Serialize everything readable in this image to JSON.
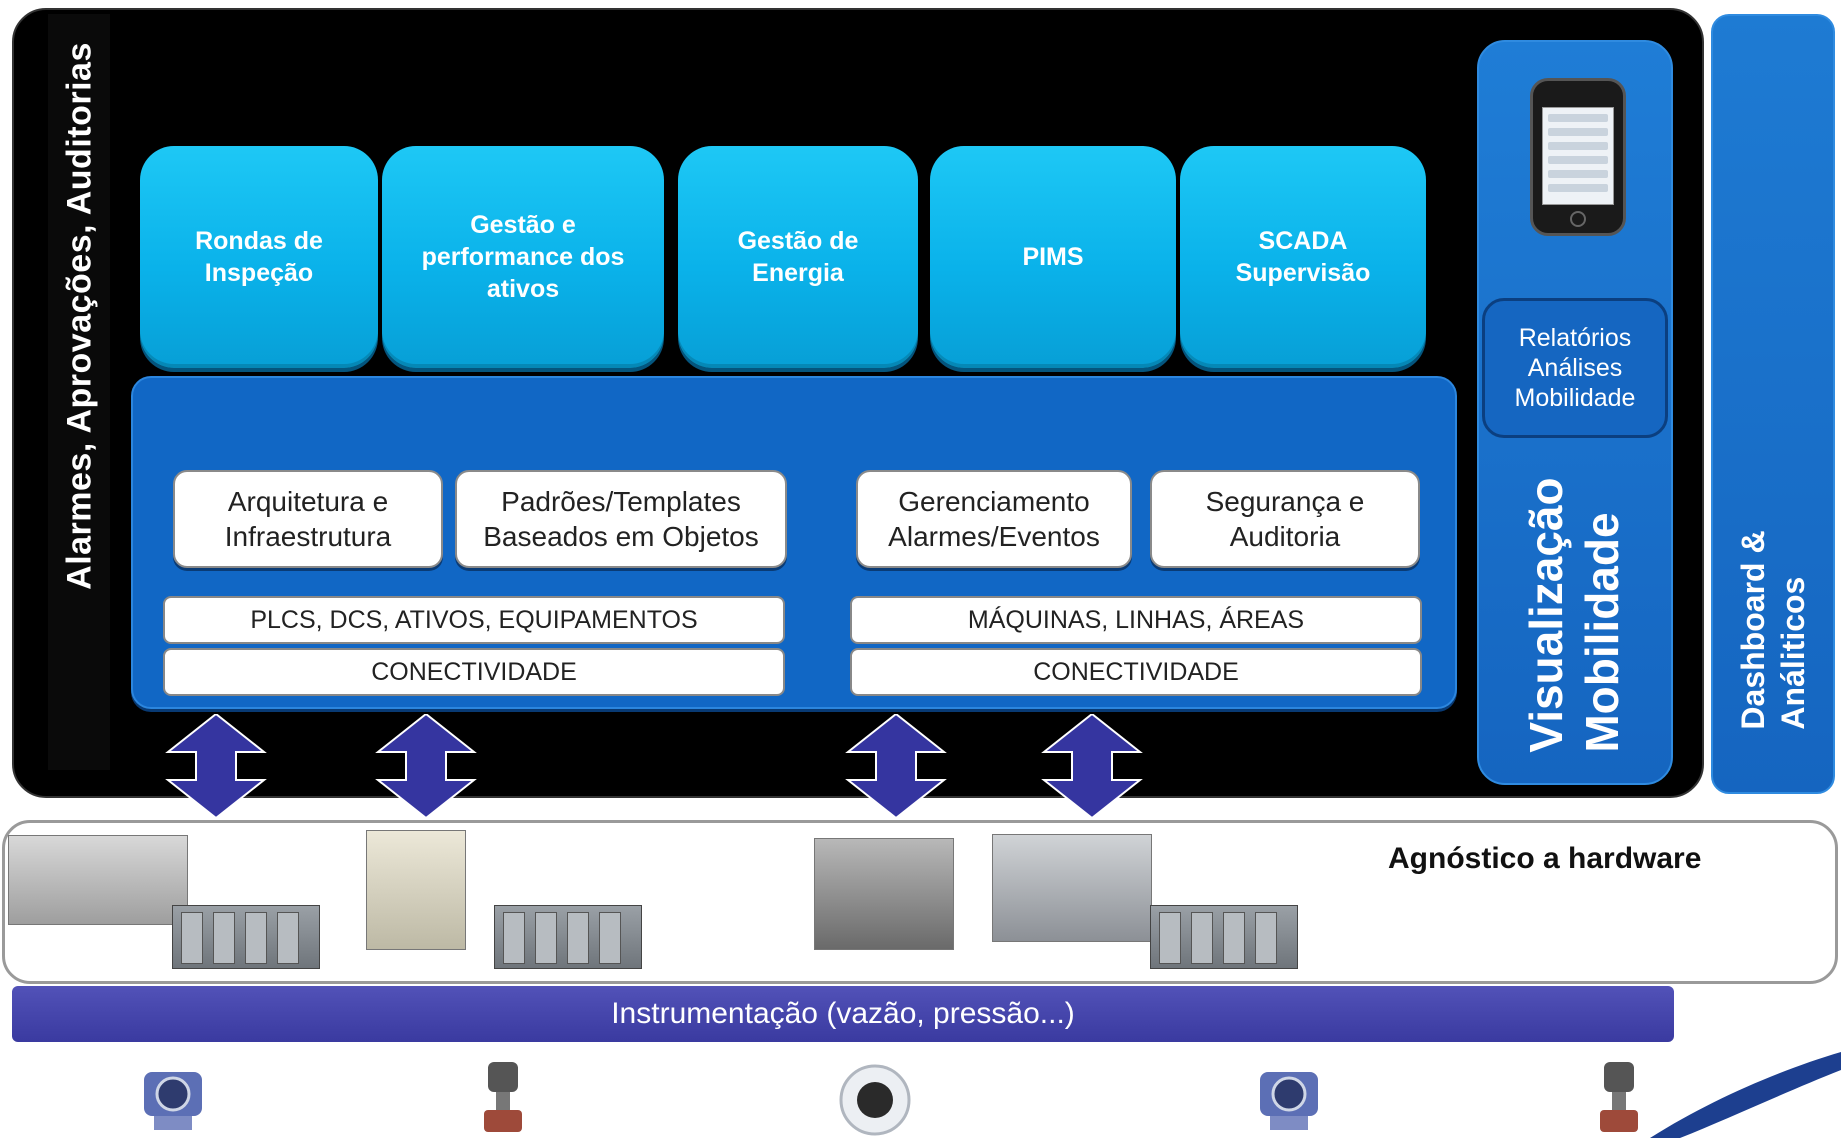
{
  "left_label": "Alarmes, Aprovações, Auditorias",
  "modules": [
    "Rondas de\nInspeção",
    "Gestão e\nperformance dos\nativos",
    "Gestão de\nEnergia",
    "PIMS",
    "SCADA\nSupervisão"
  ],
  "capabilities": [
    "Arquitetura e\nInfraestrutura",
    "Padrões/Templates\nBaseados em Objetos",
    "Gerenciamento\nAlarmes/Eventos",
    "Segurança e\nAuditoria"
  ],
  "bars": {
    "left_top": "PLCS, DCS, ATIVOS, EQUIPAMENTOS",
    "left_bottom": "CONECTIVIDADE",
    "right_top": "MÁQUINAS, LINHAS, ÁREAS",
    "right_bottom": "CONECTIVIDADE"
  },
  "visualization": {
    "box_lines": [
      "Relatórios",
      "Análises",
      "Mobilidade"
    ],
    "label_line1": "Visualização",
    "label_line2": "Mobilidade"
  },
  "dashboard": {
    "line1": "Dashboard &",
    "line2": "Análiticos"
  },
  "hardware_label": "Agnóstico a hardware",
  "instrumentation_label": "Instrumentação (vazão, pressão...)",
  "colors": {
    "module_cyan": "#0ab2ea",
    "platform_blue": "#1167c5",
    "arrow_indigo": "#3535a0",
    "instrument_bar": "#3a3aa0"
  }
}
